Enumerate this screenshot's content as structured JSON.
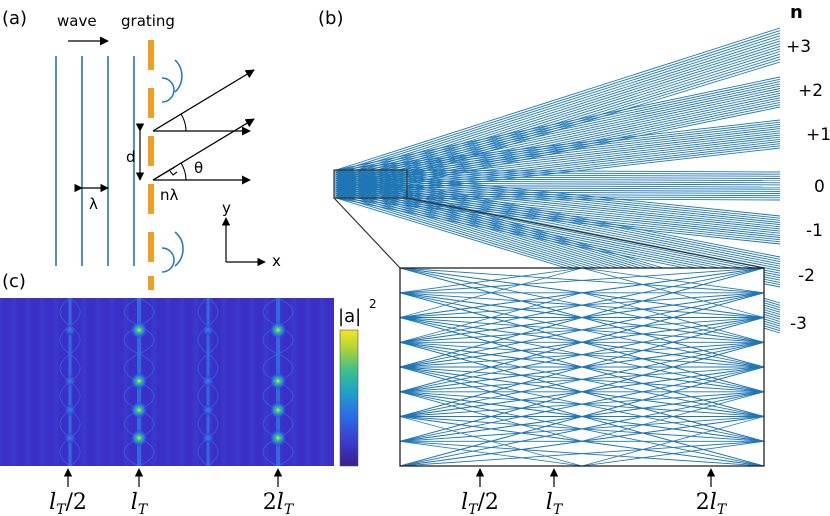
{
  "panel_a": {
    "label": "(a)",
    "wave_label": "wave",
    "grating_label": "grating",
    "d_label": "d",
    "lambda_label": "λ",
    "nlambda_label": "nλ",
    "theta_label": "θ",
    "x_axis": "x",
    "y_axis": "y",
    "colors": {
      "wavefront": "#1f77b4",
      "grating": "#f0a020",
      "arrows": "#000000"
    }
  },
  "panel_b": {
    "label": "(b)",
    "order_header": "n",
    "orders": [
      "+3",
      "+2",
      "+1",
      "0",
      "-1",
      "-2",
      "-3"
    ],
    "ray_color": "#1f77b4"
  },
  "panel_c": {
    "label": "(c)",
    "colorbar_label": "|a|",
    "colorbar_exponent": "2",
    "colormap": [
      "#3b1d8a",
      "#3a3ccf",
      "#2a6fe8",
      "#1fa3c8",
      "#3cc08a",
      "#a6d13a",
      "#f6e522"
    ],
    "background": "#3a30c8"
  },
  "talbot_ticks": {
    "base": "l",
    "sub": "T",
    "half_suffix": "/2",
    "double_prefix": "2"
  }
}
